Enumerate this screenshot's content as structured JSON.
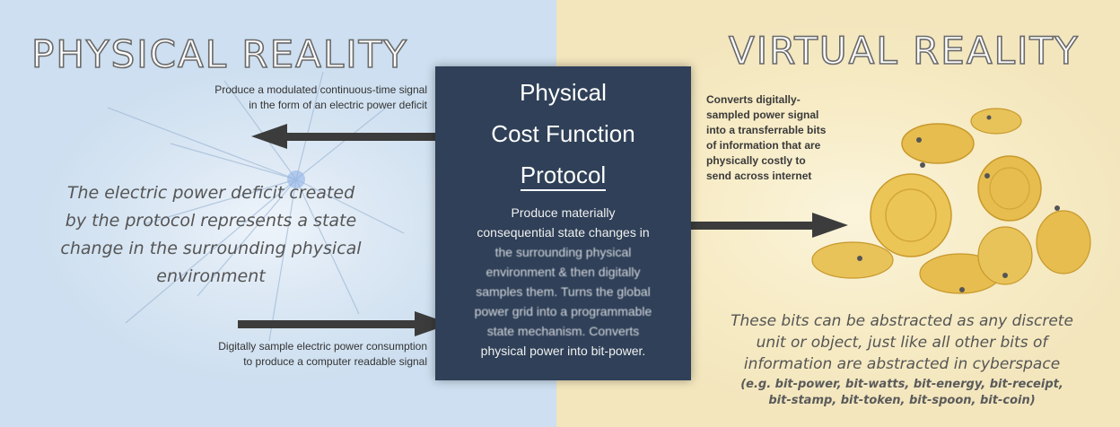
{
  "left_panel": {
    "title": "PHYSICAL REALITY",
    "arrow_top_label_line1": "Produce a modulated continuous-time signal",
    "arrow_top_label_line2": "in the form of an electric power deficit",
    "italic_line1": "The electric power deficit created",
    "italic_line2": "by the protocol represents a state",
    "italic_line3": "change in the surrounding physical",
    "italic_line4": "environment",
    "arrow_bottom_label_line1": "Digitally sample electric power consumption",
    "arrow_bottom_label_line2": "to produce a computer readable signal"
  },
  "center_box": {
    "title_line1": "Physical",
    "title_line2": "Cost Function",
    "title_line3": "Protocol",
    "body_line1": "Produce materially",
    "body_line2": "consequential state changes in",
    "body_line3": "the surrounding physical",
    "body_line4": "environment & then digitally",
    "body_line5": "samples them. Turns the global",
    "body_line6": "power grid into a programmable",
    "body_line7": "state mechanism. Converts",
    "body_line8": "physical power into bit-power."
  },
  "right_panel": {
    "title": "VIRTUAL REALITY",
    "arrow_label_line1": "Converts digitally-",
    "arrow_label_line2": "sampled power signal",
    "arrow_label_line3": "into a transferrable bits",
    "arrow_label_line4": "of information that are",
    "arrow_label_line5": "physically costly to",
    "arrow_label_line6": "send across internet",
    "italic_line1": "These bits can be abstracted as any discrete",
    "italic_line2": "unit or object, just like all other bits of",
    "italic_line3": "information are abstracted in cyberspace",
    "examples_line1": "(e.g. bit-power, bit-watts, bit-energy, bit-receipt,",
    "examples_line2": "bit-stamp, bit-token, bit-spoon, bit-coin)"
  },
  "colors": {
    "left_background": "#d6e4f2",
    "right_background": "#f6ebc6",
    "center_box": "#2f4058",
    "arrow": "#3c3c3c",
    "coin": "#e2b84a"
  },
  "icons": [
    "network-starburst-icon",
    "gold-coin-icon"
  ]
}
